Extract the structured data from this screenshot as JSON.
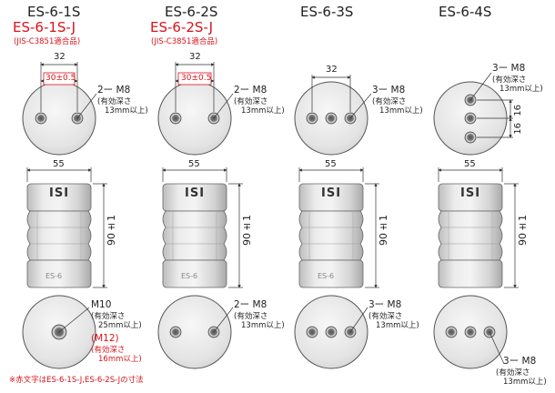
{
  "models": [
    {
      "name": "ES-6-1S",
      "j_name": "ES-6-1S-J",
      "jis": "(JIS-C3851適合品)"
    },
    {
      "name": "ES-6-2S",
      "j_name": "ES-6-2S-J",
      "jis": "(JIS-C3851適合品)"
    },
    {
      "name": "ES-6-3S",
      "j_name": "",
      "jis": ""
    },
    {
      "name": "ES-6-4S",
      "j_name": "",
      "jis": ""
    }
  ],
  "top_view": {
    "width_dim": "32",
    "pitch_dim_j": "30±0.5",
    "pitch_4s": "16",
    "taps": [
      "2ー M8",
      "2ー M8",
      "3ー M8",
      "3ー M8"
    ],
    "depth_note": "(有効深さ",
    "depth_value": "13mm以上)"
  },
  "side_view": {
    "width_dim": "55",
    "height_dim": "90±1",
    "logo": "ISI",
    "engraving": "ES-6"
  },
  "bottom_view": {
    "m10": "M10",
    "m10_depth_note": "(有効深さ",
    "m10_depth_value": "25mm以上)",
    "m12": "(M12)",
    "m12_depth_note": "(有効深さ",
    "m12_depth_value": "16mm以上)",
    "taps": [
      "2ー M8",
      "3ー M8",
      "3ー M8"
    ],
    "depth_note": "(有効深さ",
    "depth_value": "13mm以上)"
  },
  "footnote": "※赤文字はES-6-1S-J,ES-6-2S-Jの寸法",
  "colors": {
    "red": "#d8141c",
    "line": "#333333",
    "body": "#d9d9d9",
    "body_dark": "#b8b8b8"
  }
}
